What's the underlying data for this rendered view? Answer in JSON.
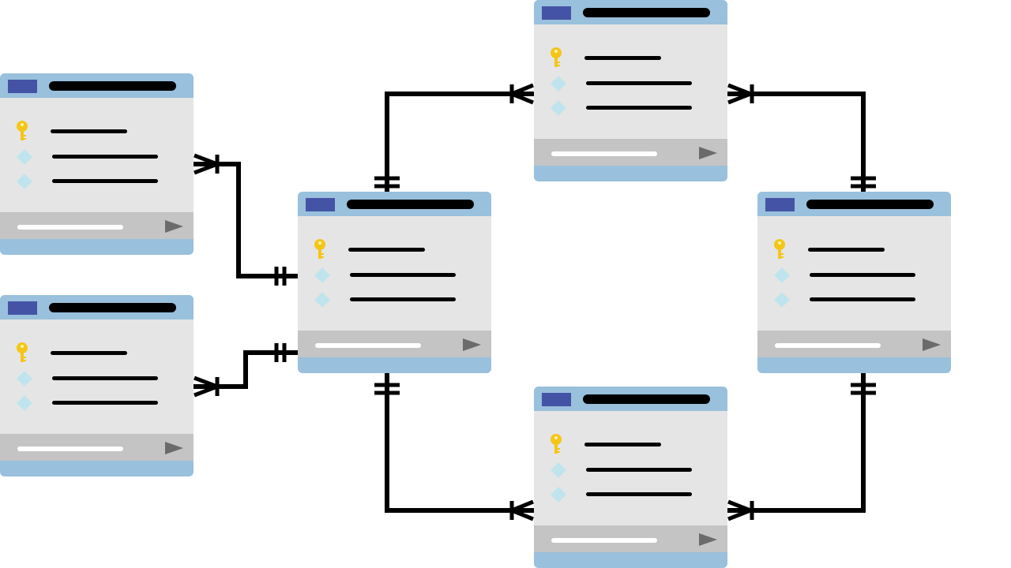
{
  "diagram": {
    "type": "entity-relationship",
    "colors": {
      "header": "#99c0dc",
      "header_square": "#4553a6",
      "body": "#e5e5e5",
      "footer": "#c4c4c4",
      "key": "#f5c518",
      "diamond": "#bfe4ee",
      "connector": "#000000"
    },
    "tables": [
      {
        "id": "table-left-top",
        "fields": [
          "primary-key",
          "attribute",
          "attribute"
        ]
      },
      {
        "id": "table-left-bottom",
        "fields": [
          "primary-key",
          "attribute",
          "attribute"
        ]
      },
      {
        "id": "table-center",
        "fields": [
          "primary-key",
          "attribute",
          "attribute"
        ]
      },
      {
        "id": "table-top",
        "fields": [
          "primary-key",
          "attribute",
          "attribute"
        ]
      },
      {
        "id": "table-right",
        "fields": [
          "primary-key",
          "attribute",
          "attribute"
        ]
      },
      {
        "id": "table-bottom",
        "fields": [
          "primary-key",
          "attribute",
          "attribute"
        ]
      }
    ],
    "relationships": [
      {
        "from": "table-center",
        "to": "table-left-top",
        "cardinality": "one-to-many"
      },
      {
        "from": "table-center",
        "to": "table-left-bottom",
        "cardinality": "one-to-many"
      },
      {
        "from": "table-center",
        "to": "table-top",
        "cardinality": "one-to-many"
      },
      {
        "from": "table-right",
        "to": "table-top",
        "cardinality": "one-to-many"
      },
      {
        "from": "table-center",
        "to": "table-bottom",
        "cardinality": "one-to-many"
      },
      {
        "from": "table-right",
        "to": "table-bottom",
        "cardinality": "one-to-many"
      }
    ]
  }
}
